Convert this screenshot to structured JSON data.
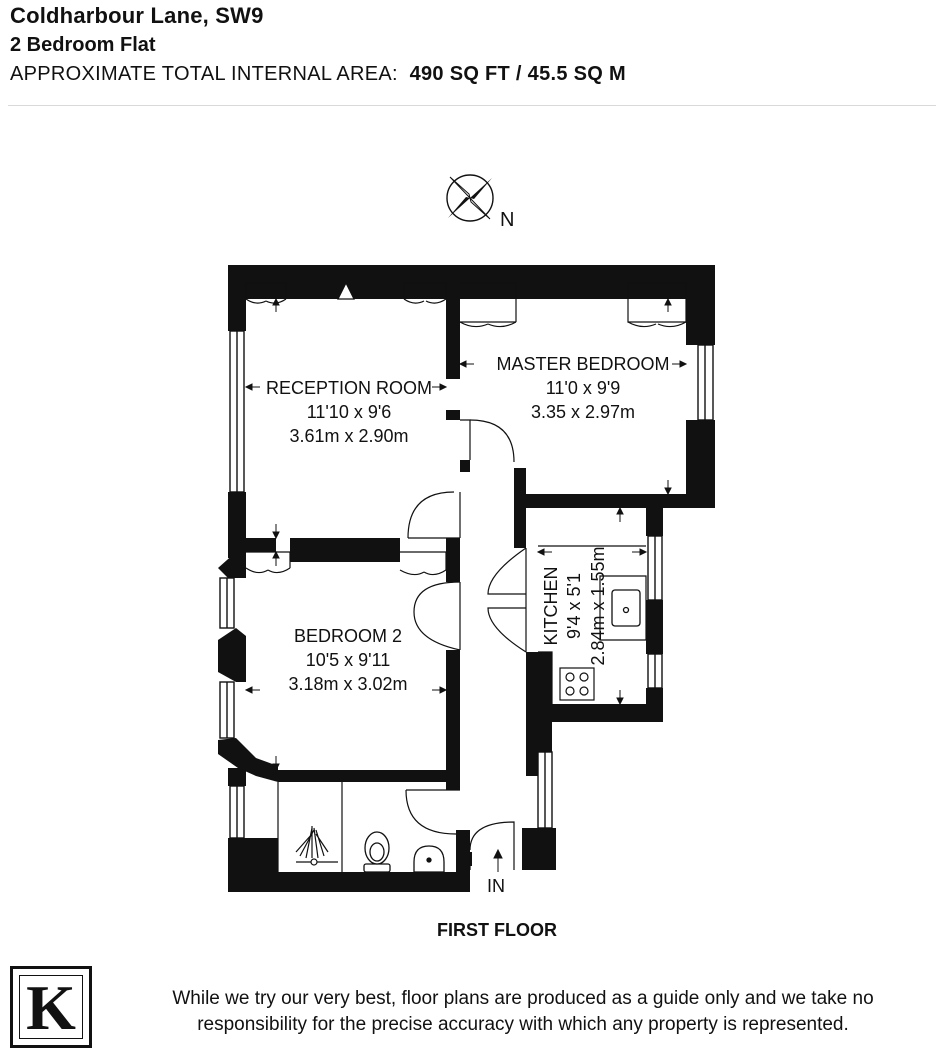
{
  "header": {
    "address": "Coldharbour Lane, SW9",
    "property_type": "2 Bedroom Flat",
    "area_label": "APPROXIMATE  TOTAL INTERNAL AREA:",
    "area_value": "490 SQ FT / 45.5 SQ M"
  },
  "compass": {
    "label": "N"
  },
  "rooms": {
    "reception": {
      "name": "RECEPTION ROOM",
      "imperial": "11'10 x 9'6",
      "metric": "3.61m x 2.90m"
    },
    "master": {
      "name": "MASTER BEDROOM",
      "imperial": "11'0 x 9'9",
      "metric": "3.35 x 2.97m"
    },
    "bedroom2": {
      "name": "BEDROOM 2",
      "imperial": "10'5 x 9'11",
      "metric": "3.18m x 3.02m"
    },
    "kitchen": {
      "name": "KITCHEN",
      "imperial": "9'4 x 5'1",
      "metric": "2.84m x 1.55m"
    }
  },
  "entrance": {
    "label": "IN"
  },
  "floor_label": "FIRST FLOOR",
  "logo": {
    "letter": "K"
  },
  "disclaimer": {
    "line1": "While we try our very best, floor plans are produced as a guide only and we take no",
    "line2": "responsibility for the precise accuracy with which any property is represented."
  },
  "colors": {
    "wall": "#111111",
    "text": "#111111",
    "rule": "#d9d9d9"
  }
}
